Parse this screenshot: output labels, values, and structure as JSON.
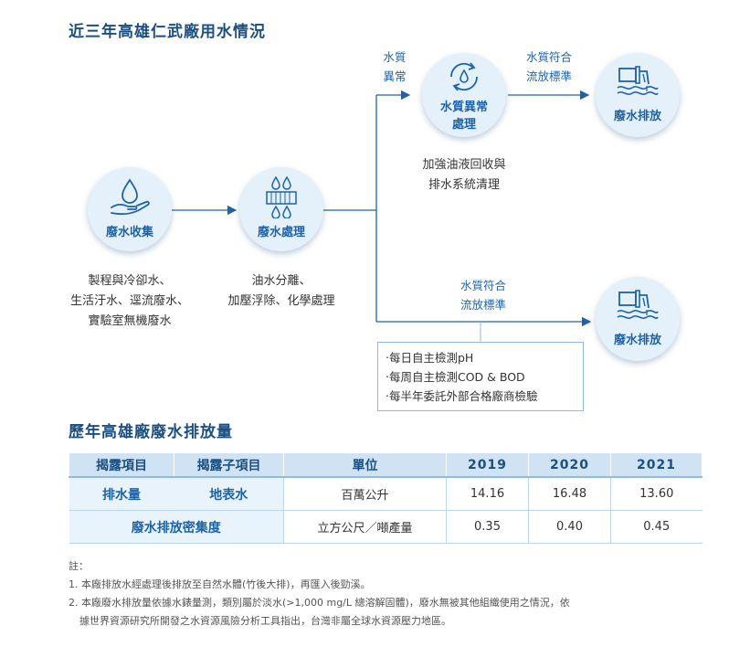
{
  "section1": {
    "title": "近三年高雄仁武廠用水情況"
  },
  "flow": {
    "collect": {
      "label": "廢水收集",
      "desc": [
        "製程與冷卻水、",
        "生活汙水、逕流廢水、",
        "實驗室無機廢水"
      ]
    },
    "treat": {
      "label": "廢水處理",
      "desc": [
        "油水分離、",
        "加壓浮除、化學處理"
      ]
    },
    "abnormal": {
      "label_line1": "水質異常",
      "label_line2": "處理",
      "desc": [
        "加強油液回收與",
        "排水系統清理"
      ]
    },
    "discharge_top": {
      "label": "廢水排放"
    },
    "discharge_bottom": {
      "label": "廢水排放"
    },
    "arrow_labels": {
      "abnormal_line1": "水質",
      "abnormal_line2": "異常",
      "conform_top_line1": "水質符合",
      "conform_top_line2": "流放標準",
      "conform_bottom_line1": "水質符合",
      "conform_bottom_line2": "流放標準"
    },
    "monitor": [
      "‧每日自主檢測pH",
      "‧每周自主檢測COD & BOD",
      "‧每半年委託外部合格廠商檢驗"
    ]
  },
  "section2": {
    "title": "歷年高雄廠廢水排放量"
  },
  "table": {
    "headers": [
      "揭露項目",
      "揭露子項目",
      "單位",
      "2019",
      "2020",
      "2021"
    ],
    "row1": {
      "item": "排水量",
      "sub": "地表水",
      "unit": "百萬公升",
      "v2019": "14.16",
      "v2020": "16.48",
      "v2021": "13.60"
    },
    "row2": {
      "item": "廢水排放密集度",
      "unit": "立方公尺／噸產量",
      "v2019": "0.35",
      "v2020": "0.40",
      "v2021": "0.45"
    }
  },
  "notes": {
    "heading": "註：",
    "n1": "1. 本廠排放水經處理後排放至自然水體(竹後大排)，再匯入後勁溪。",
    "n2a": "2. 本廠廢水排放量依據水錶量測，類別屬於淡水(>1,000 mg/L 總溶解固體)，廢水無被其他組織使用之情況，依",
    "n2b": "據世界資源研究所開發之水資源風險分析工具指出，台灣非屬全球水資源壓力地區。"
  },
  "colors": {
    "primary": "#1e63a8",
    "title": "#1b4f80",
    "circle_bg": "#e4f0fa",
    "table_header": "#cfe3f5"
  }
}
